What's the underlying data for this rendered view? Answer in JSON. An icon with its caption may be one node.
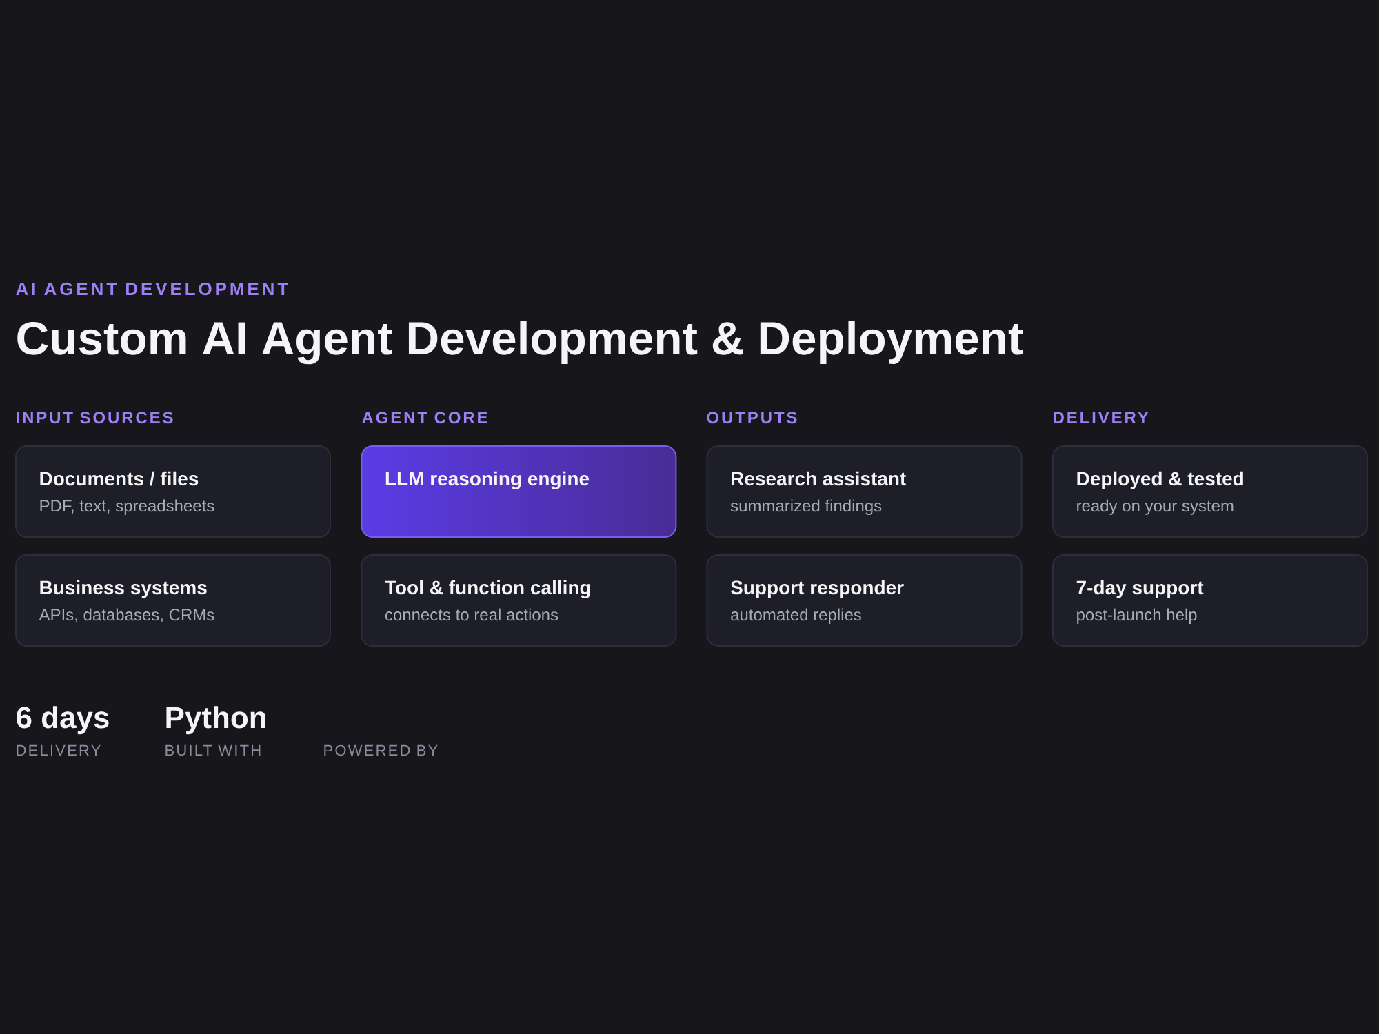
{
  "diagram": {
    "title": "Custom AI Agent Development & Deployment",
    "nodes": [
      {
        "text": [
          "Documents / files",
          "PDF, text, spreadsheets"
        ]
      },
      {
        "text": [
          "Business systems",
          "APIs, databases, CRMs"
        ]
      },
      {
        "text": [
          "LLM reasoning engine"
        ]
      },
      {
        "text": [
          "Tool & function calling",
          "connects to real actions"
        ]
      },
      {
        "text": [
          "Research assistant",
          "summarized findings"
        ]
      },
      {
        "text": [
          "Support responder",
          "automated replies"
        ]
      },
      {
        "text": [
          "Deployed & tested",
          "ready on your system"
        ]
      },
      {
        "text": [
          "7-day support",
          "post-launch help"
        ]
      }
    ],
    "edges": [],
    "labels": [
      "AI AGENT DEVELOPMENT",
      "INPUT SOURCES",
      "AGENT CORE",
      "OUTPUTS",
      "DELIVERY",
      "6 days",
      "DELIVERY",
      "Python",
      "BUILT WITH",
      "POWERED BY"
    ]
  }
}
